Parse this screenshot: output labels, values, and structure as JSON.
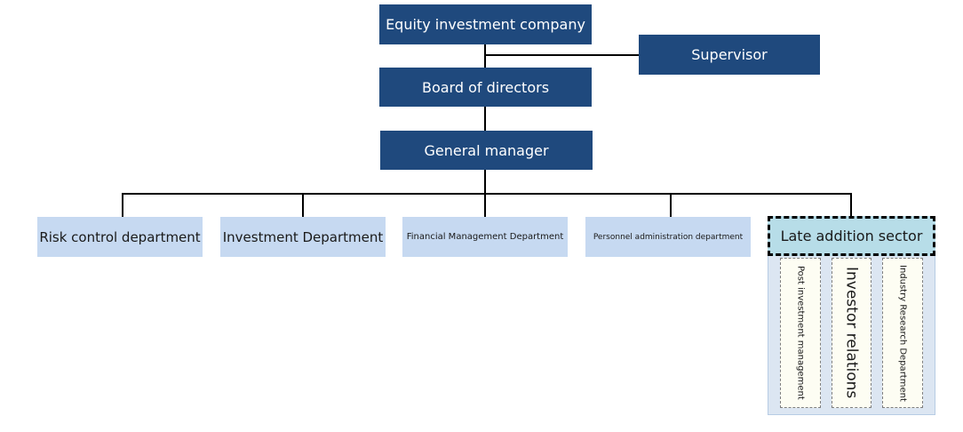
{
  "top": {
    "label": "Equity investment company"
  },
  "supervisor": {
    "label": "Supervisor"
  },
  "board": {
    "label": "Board of directors"
  },
  "gm": {
    "label": "General manager"
  },
  "departments": [
    {
      "label": "Risk control department"
    },
    {
      "label": "Investment Department"
    },
    {
      "label": "Financial Management Department"
    },
    {
      "label": "Personnel administration department"
    }
  ],
  "late": {
    "label": "Late addition sector",
    "subs": [
      {
        "label": "Post investment management"
      },
      {
        "label": "Investor relations"
      },
      {
        "label": "Industry Research Department"
      }
    ]
  },
  "colors": {
    "dark_box": "#1f497d",
    "light_box": "#c6d9f1",
    "late_header": "#b7dde8",
    "late_panel": "#dce6f2"
  }
}
